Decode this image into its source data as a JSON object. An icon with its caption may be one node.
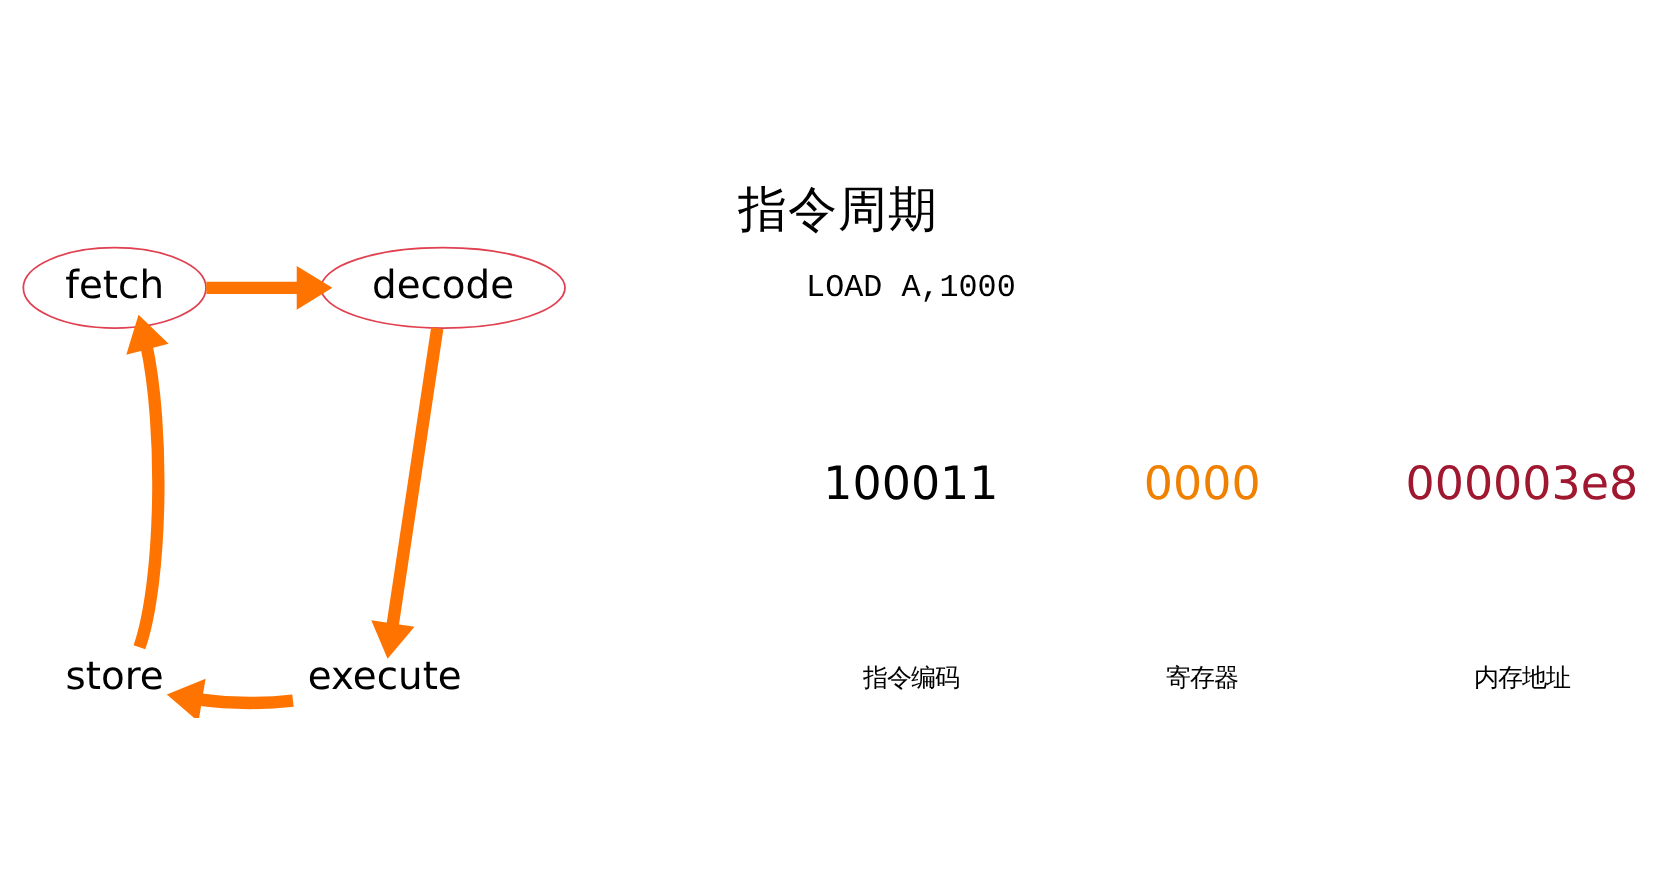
{
  "diagram": {
    "title": "指令周期",
    "nodes": [
      {
        "text": [
          "fetch"
        ]
      },
      {
        "text": [
          "decode"
        ]
      },
      {
        "text": [
          "execute"
        ]
      },
      {
        "text": [
          "store"
        ]
      }
    ],
    "edges": [
      {
        "from": 0,
        "to": 1,
        "arrow": "to",
        "color": "#ff7300"
      },
      {
        "from": 1,
        "to": 2,
        "arrow": "to",
        "color": "#ff7300"
      },
      {
        "from": 2,
        "to": 3,
        "arrow": "to",
        "color": "#ff7300"
      },
      {
        "from": 3,
        "to": 0,
        "arrow": "to",
        "color": "#ff7300"
      }
    ],
    "labels": [
      "LOAD A,1000",
      "100011",
      "0000",
      "000003e8",
      "指令编码",
      "寄存器",
      "内存地址"
    ]
  }
}
